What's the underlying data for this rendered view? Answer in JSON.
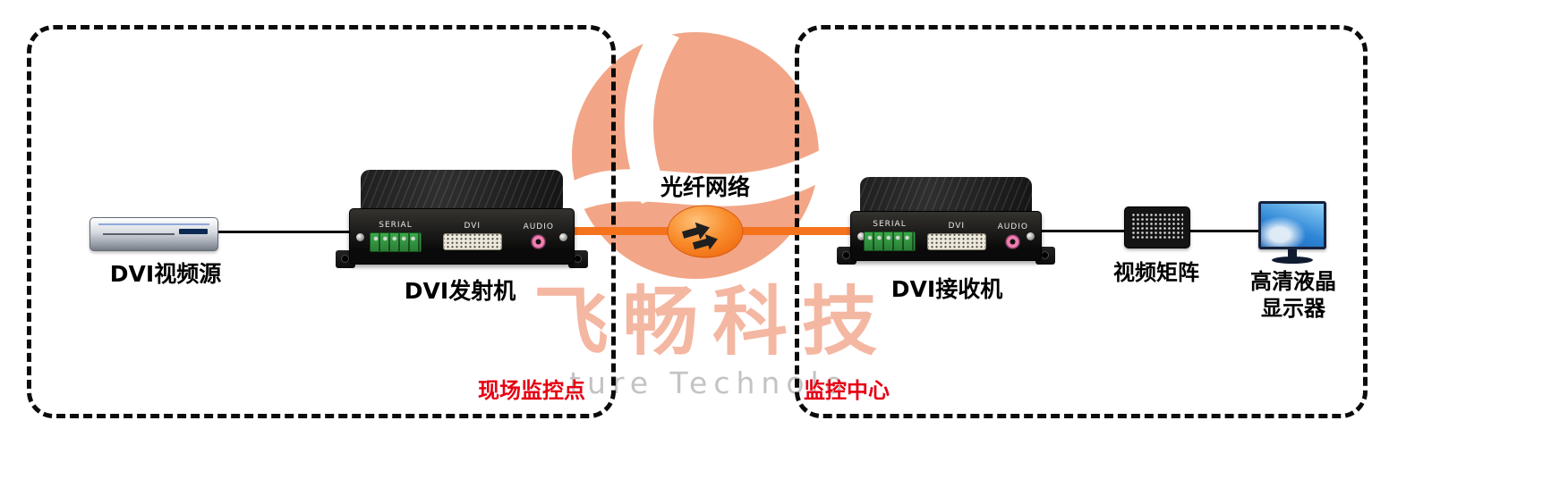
{
  "zones": {
    "site": {
      "label": "现场监控点"
    },
    "center": {
      "label": "监控中心"
    }
  },
  "devices": {
    "source": {
      "label": "DVI视频源"
    },
    "transmitter": {
      "label": "DVI发射机",
      "ports": {
        "serial": "SERIAL",
        "dvi": "DVI",
        "audio": "AUDIO"
      }
    },
    "fiber": {
      "label": "光纤网络"
    },
    "receiver": {
      "label": "DVI接收机",
      "ports": {
        "serial": "SERIAL",
        "dvi": "DVI",
        "audio": "AUDIO"
      }
    },
    "matrix": {
      "label": "视频矩阵"
    },
    "monitor": {
      "label_line1": "高清液晶",
      "label_line2": "显示器"
    }
  },
  "watermark": {
    "brand": "飞畅科技",
    "subtitle": "ture Technolo"
  },
  "colors": {
    "fiber_line": "#f4731c",
    "zone_label_red": "#e60012",
    "watermark_accent": "#ef8a5f"
  }
}
